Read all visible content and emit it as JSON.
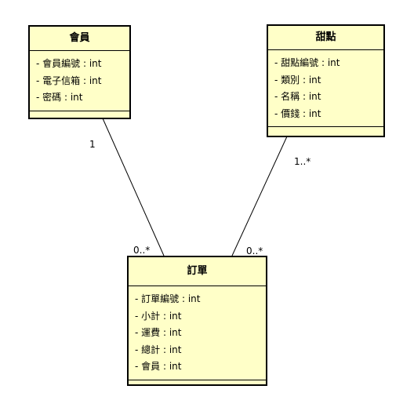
{
  "diagram": {
    "classes": {
      "member": {
        "name": "會員",
        "attributes": [
          "- 會員編號 : int",
          "- 電子信箱 : int",
          "- 密碼 : int"
        ]
      },
      "dessert": {
        "name": "甜點",
        "attributes": [
          "- 甜點編號 : int",
          "- 類別 : int",
          "- 名稱 : int",
          "- 價錢 : int"
        ]
      },
      "order": {
        "name": "訂單",
        "attributes": [
          "- 訂單編號 : int",
          "- 小計 : int",
          "- 運費 : int",
          "- 總計 : int",
          "- 會員 : int"
        ]
      }
    },
    "associations": {
      "member_order": {
        "source_multiplicity": "1",
        "target_multiplicity": "0..*"
      },
      "dessert_order": {
        "source_multiplicity": "1..*",
        "target_multiplicity": "0..*"
      }
    },
    "colors": {
      "class_fill": "#ffffc8",
      "border": "#000000"
    }
  }
}
